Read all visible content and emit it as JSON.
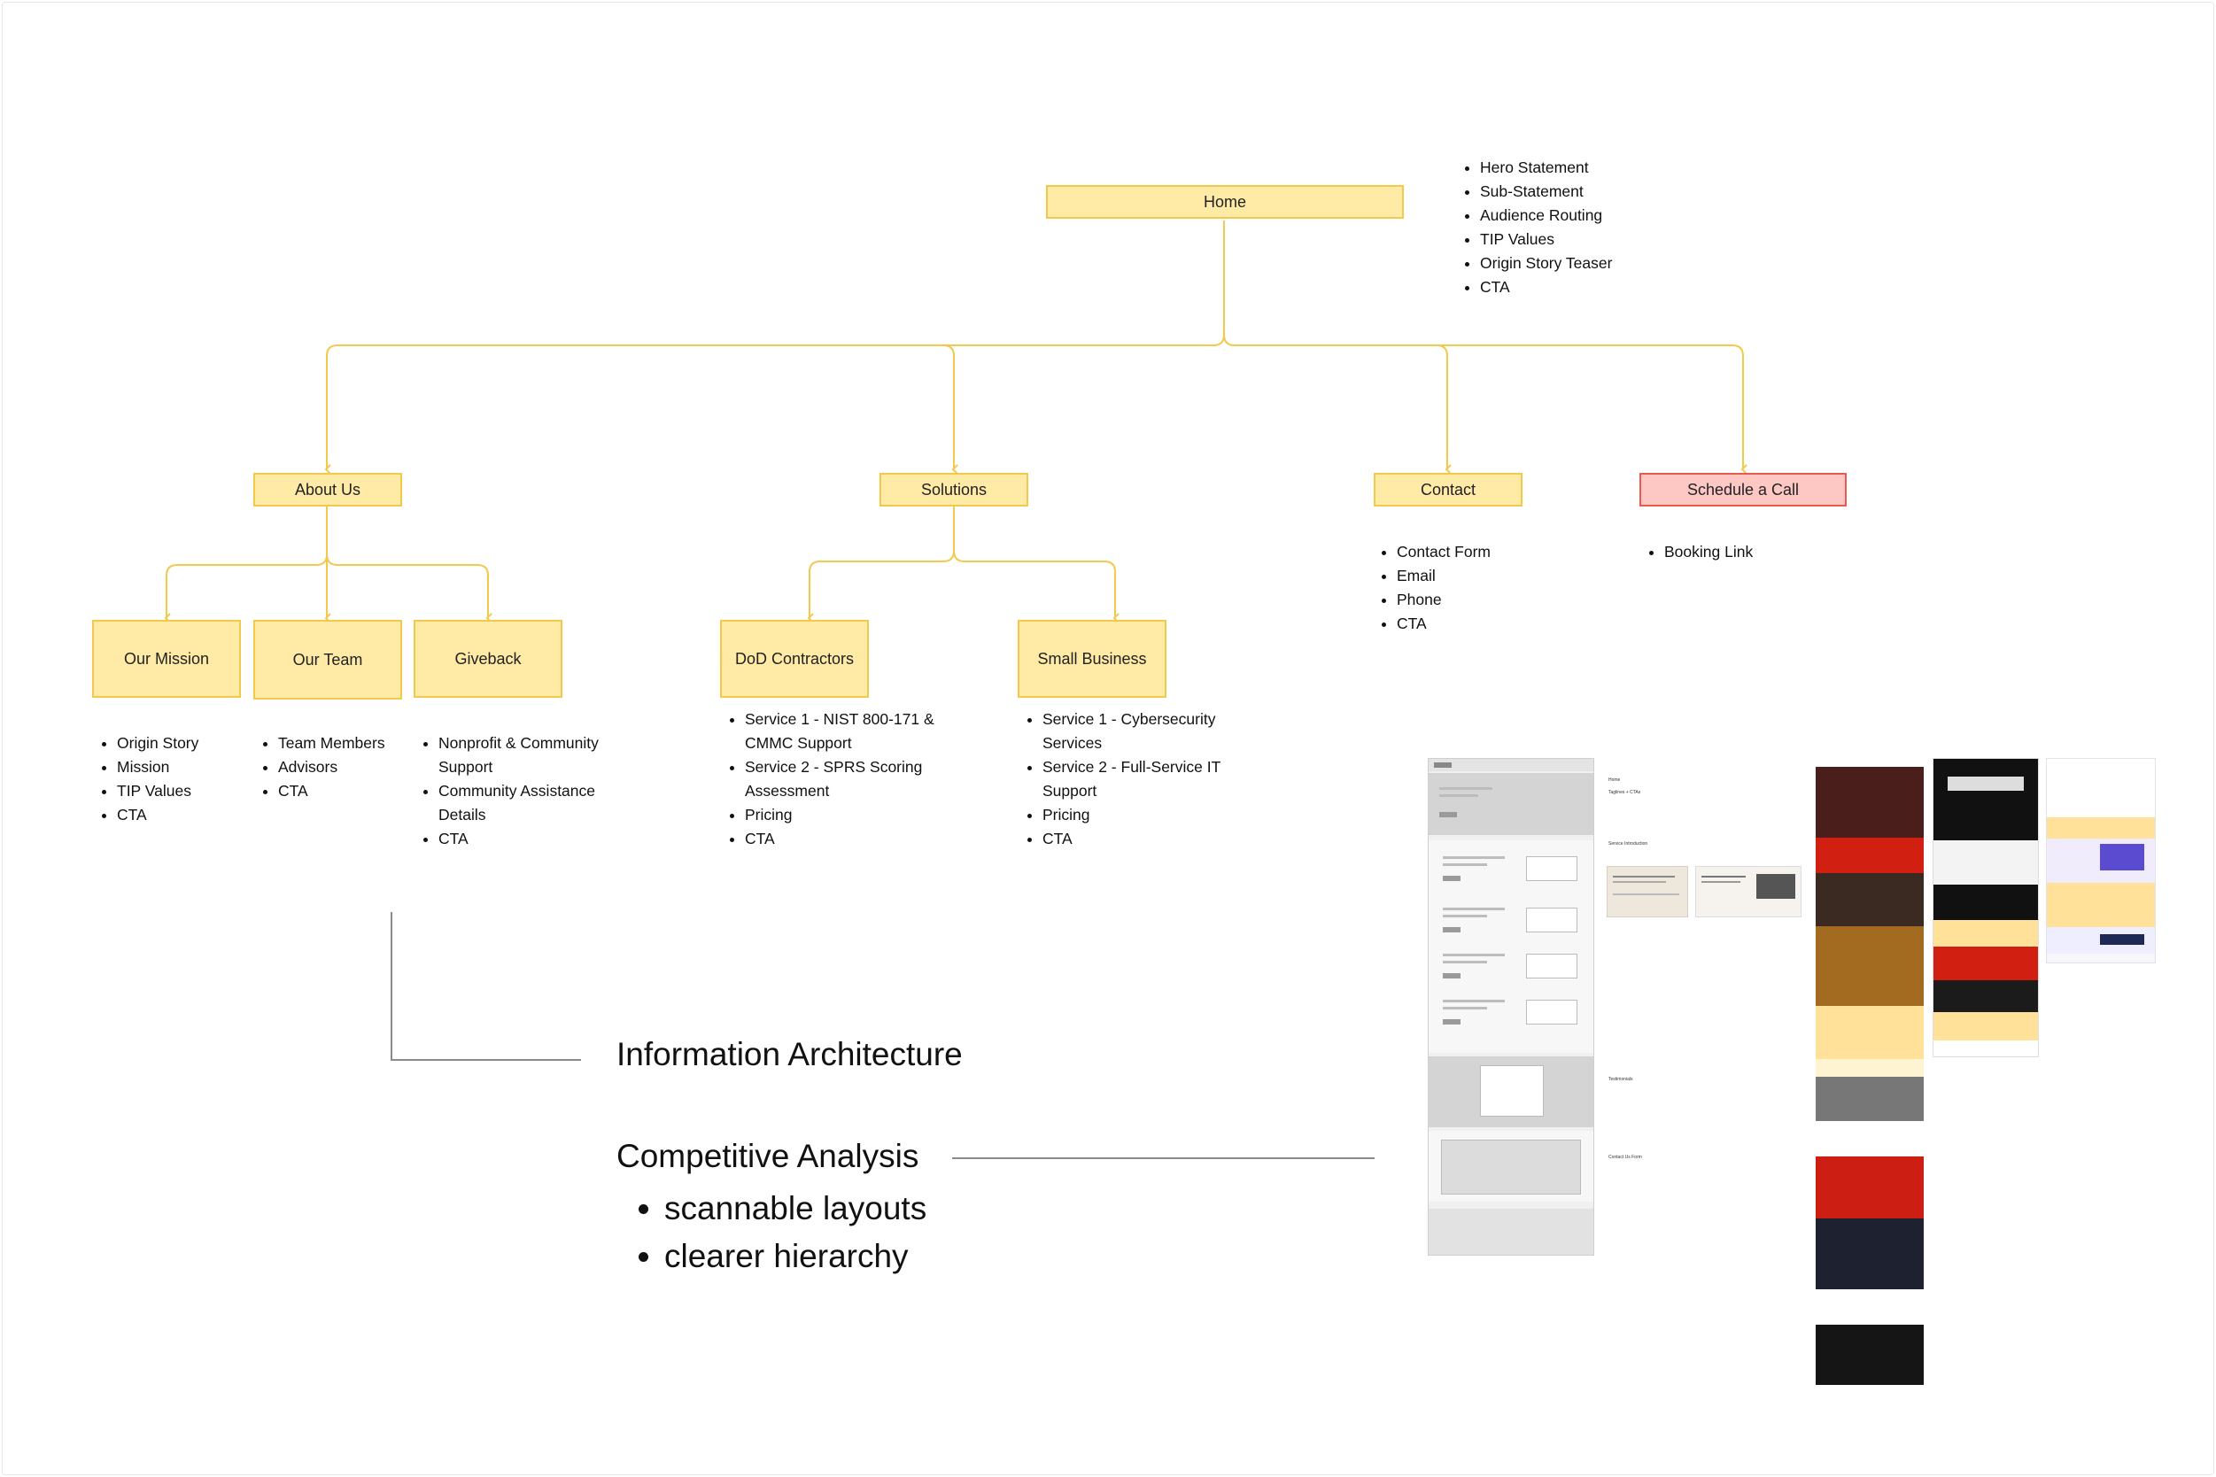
{
  "nodes": {
    "home": "Home",
    "about": "About Us",
    "solutions": "Solutions",
    "contact": "Contact",
    "schedule": "Schedule a Call",
    "mission": "Our Mission",
    "team": "Our Team",
    "giveback": "Giveback",
    "dod": "DoD Contractors",
    "small_business": "Small Business"
  },
  "lists": {
    "home": [
      "Hero Statement",
      "Sub-Statement",
      "Audience Routing",
      "TIP Values",
      "Origin Story Teaser",
      "CTA"
    ],
    "mission": [
      "Origin Story",
      "Mission",
      "TIP Values",
      "CTA"
    ],
    "team": [
      "Team Members",
      "Advisors",
      "CTA"
    ],
    "giveback": [
      "Nonprofit & Community Support",
      "Community Assistance Details",
      "CTA"
    ],
    "dod": [
      "Service 1 - NIST 800-171 & CMMC Support",
      "Service 2 - SPRS Scoring Assessment",
      "Pricing",
      "CTA"
    ],
    "small_business": [
      "Service 1 - Cybersecurity Services",
      "Service 2 - Full-Service IT Support",
      "Pricing",
      "CTA"
    ],
    "contact": [
      "Contact Form",
      "Email",
      "Phone",
      "CTA"
    ],
    "schedule": [
      "Booking Link"
    ]
  },
  "annotations": {
    "ia_title": "Information Architecture",
    "ca_title": "Competitive Analysis",
    "ca_points": [
      "scannable layouts",
      "clearer hierarchy"
    ]
  },
  "wireframe_labels": {
    "home": "Home",
    "taglines": "Taglines + CTAs",
    "services": "Service Introduction",
    "testimonials": "Testimonials",
    "contact": "Contact Us Form"
  },
  "colors": {
    "node_fill": "#ffeaa6",
    "node_border": "#f3c94c",
    "cta_fill": "#fdc7c4",
    "cta_border": "#e8594f",
    "connector": "#f3c94c"
  }
}
